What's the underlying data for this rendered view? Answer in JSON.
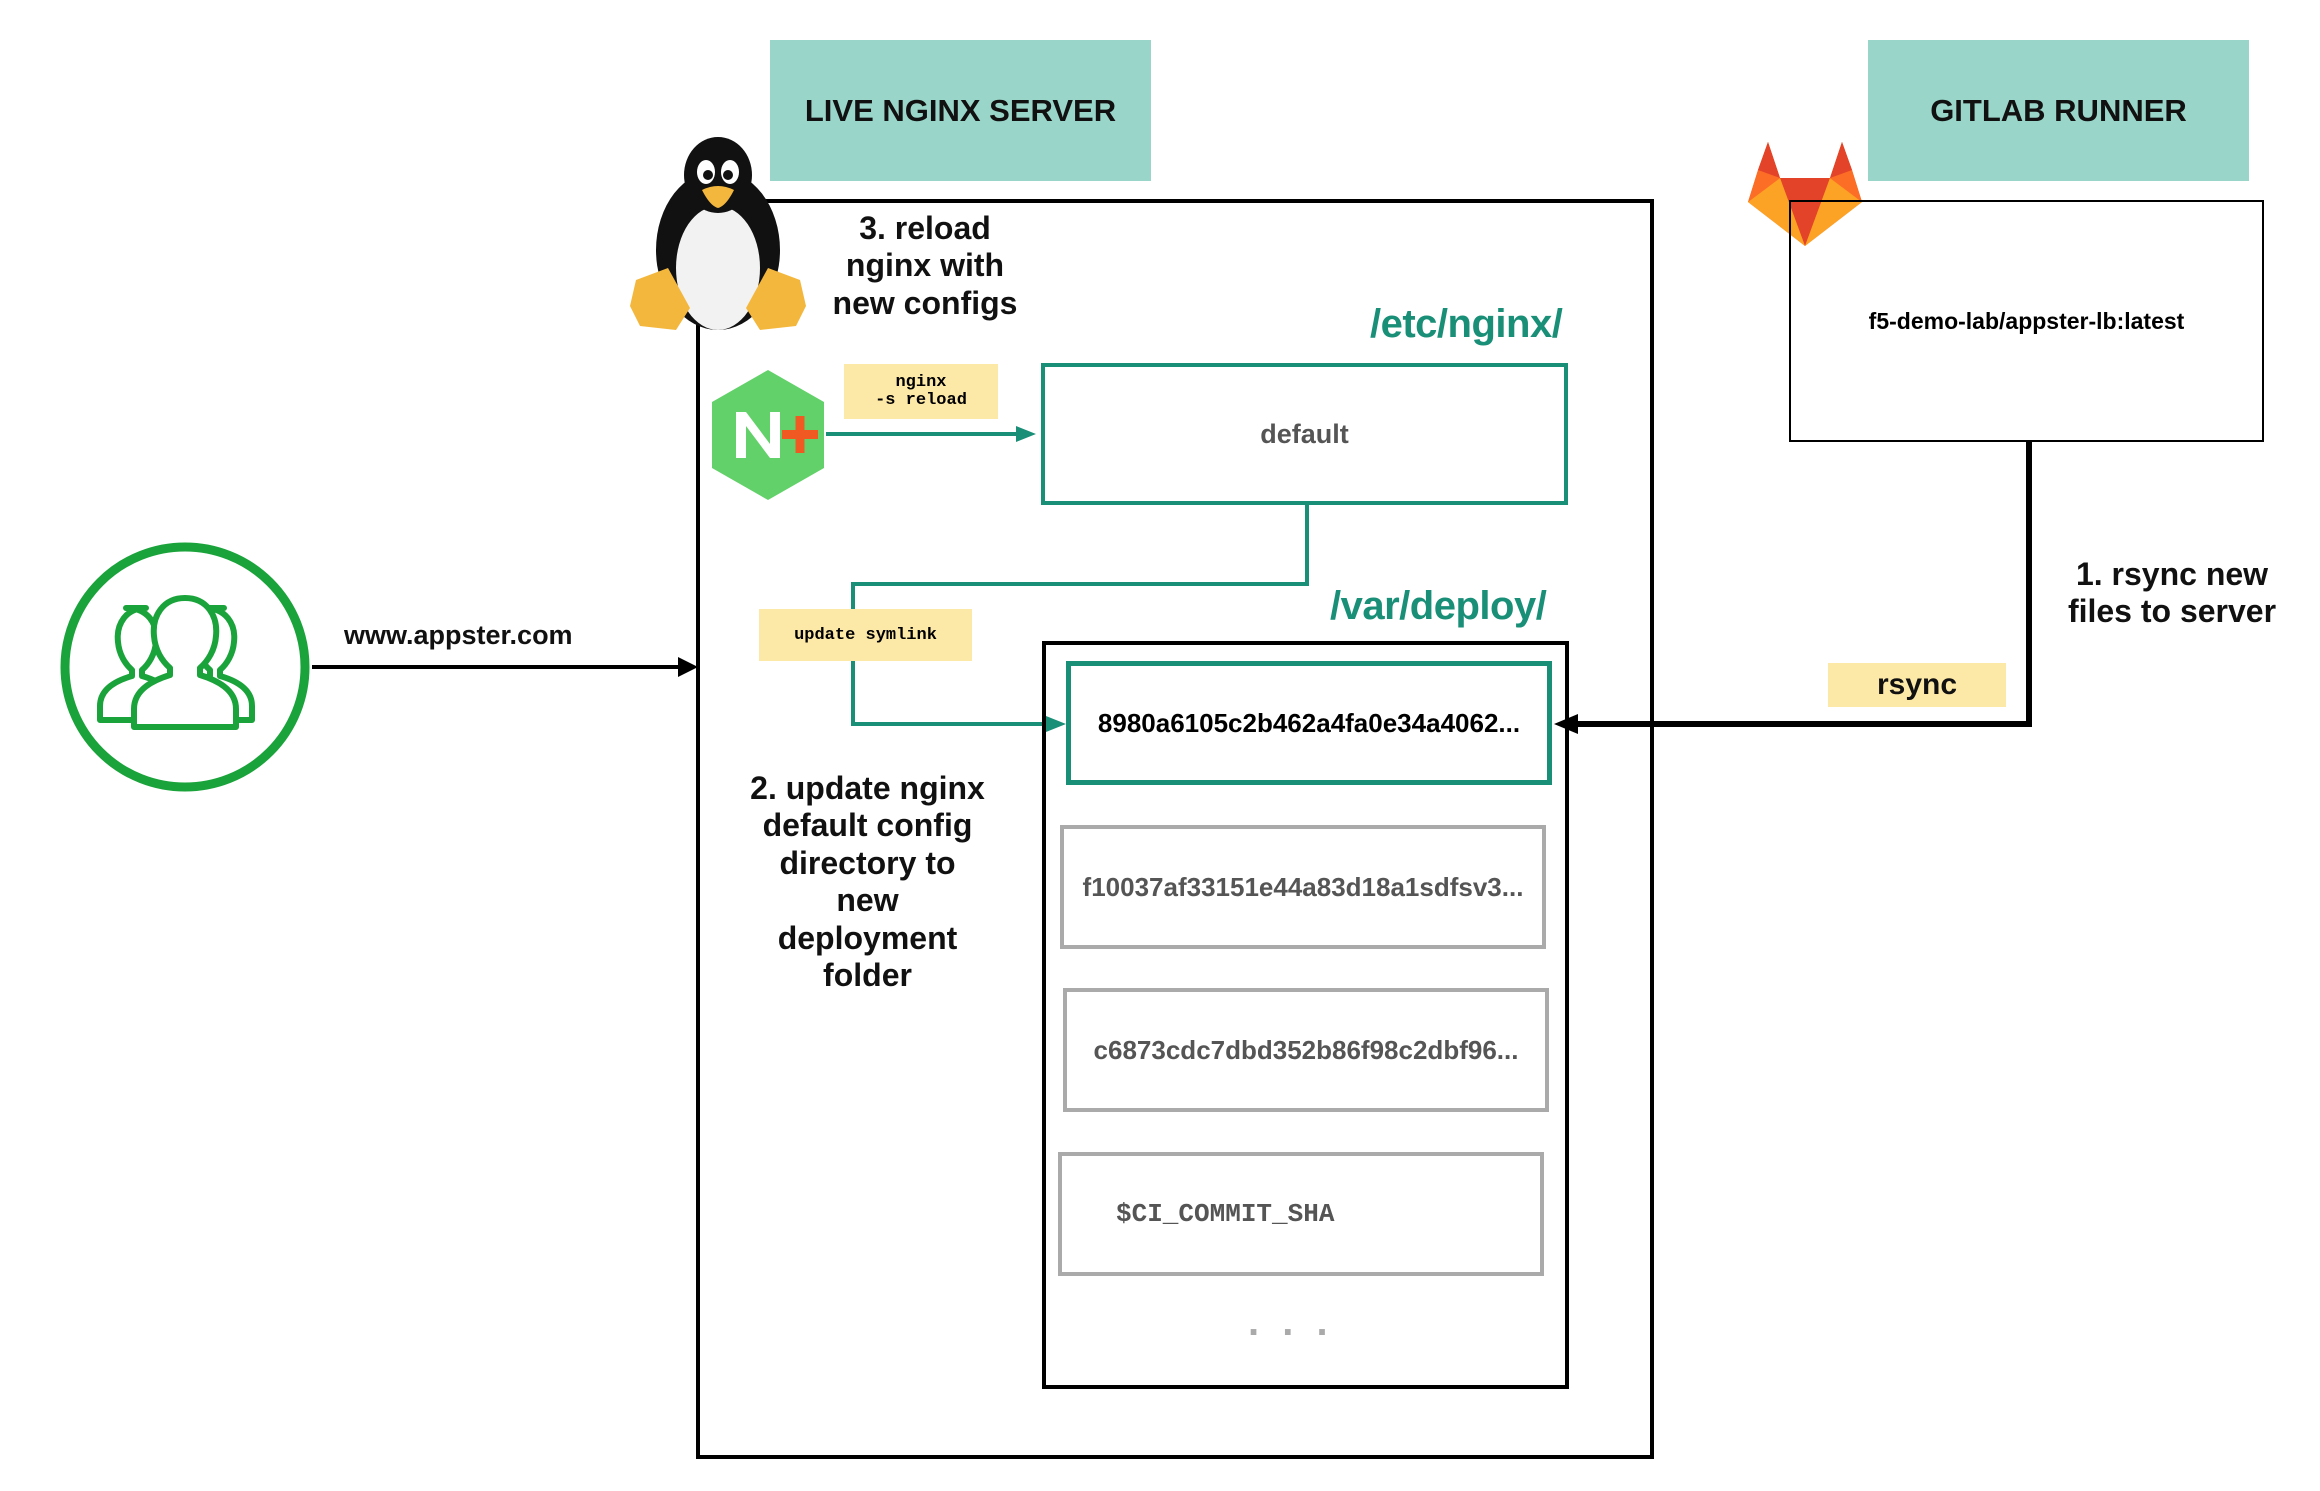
{
  "banners": {
    "live_server": "LIVE NGINX SERVER",
    "gitlab_runner": "GITLAB RUNNER"
  },
  "steps": {
    "step1": "1. rsync new\nfiles to server",
    "step2": "2. update nginx\ndefault config\ndirectory to\nnew\ndeployment\nfolder",
    "step3": "3. reload\nnginx with\nnew configs"
  },
  "notes": {
    "nginx_reload": "nginx\n-s reload",
    "update_symlink": "update symlink",
    "rsync": "rsync"
  },
  "paths": {
    "etc_nginx": "/etc/nginx/",
    "var_deploy": "/var/deploy/"
  },
  "boxes": {
    "default": "default",
    "runner_image": "f5-demo-lab/appster-lb:latest"
  },
  "deployments": [
    {
      "label": "8980a6105c2b462a4fa0e34a4062...",
      "state": "active"
    },
    {
      "label": "f10037af33151e44a83d18a1sdfsv3...",
      "state": "inactive"
    },
    {
      "label": "c6873cdc7dbd352b86f98c2dbf96...",
      "state": "inactive"
    },
    {
      "label": "$CI_COMMIT_SHA",
      "state": "inactive"
    }
  ],
  "ellipsis": ". . .",
  "user_link": "www.appster.com",
  "icons": {
    "users": "users-group-icon",
    "linux": "linux-penguin-icon",
    "nginx": "nginx-plus-icon",
    "gitlab": "gitlab-fox-icon"
  },
  "colors": {
    "banner": "#99d5c9",
    "note": "#fde9a7",
    "teal": "#1a8f78",
    "user_green": "#1aa33a",
    "inactive_border": "#aaaaaa"
  }
}
